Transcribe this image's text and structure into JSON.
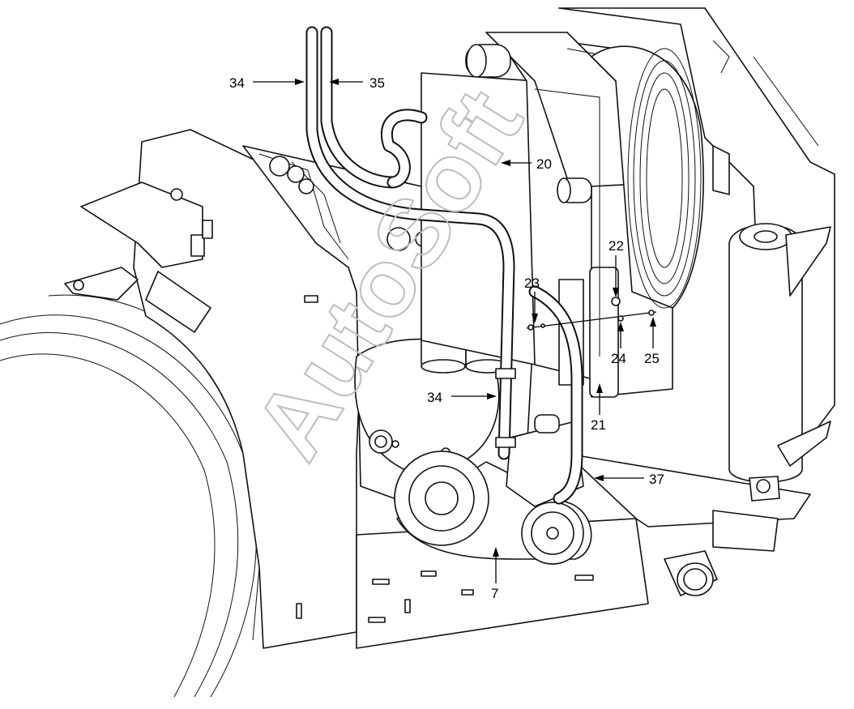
{
  "callouts": [
    {
      "id": "c34a",
      "label": "34"
    },
    {
      "id": "c35",
      "label": "35"
    },
    {
      "id": "c20",
      "label": "20"
    },
    {
      "id": "c22",
      "label": "22"
    },
    {
      "id": "c23",
      "label": "23"
    },
    {
      "id": "c24",
      "label": "24"
    },
    {
      "id": "c25",
      "label": "25"
    },
    {
      "id": "c34b",
      "label": "34"
    },
    {
      "id": "c21",
      "label": "21"
    },
    {
      "id": "c37",
      "label": "37"
    },
    {
      "id": "c7",
      "label": "7"
    }
  ],
  "watermark": "AutoSoft"
}
